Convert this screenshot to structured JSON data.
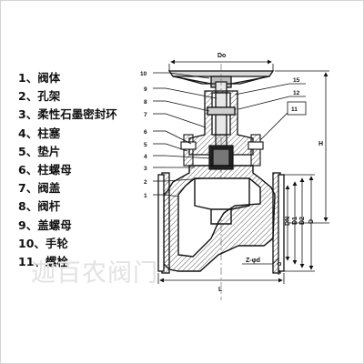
{
  "parts": [
    "1、阀体",
    "2、孔架",
    "3、柔性石墨密封环",
    "4、柱塞",
    "5、垫片",
    "6、柱螺母",
    "7、阀盖",
    "8、阀杆",
    "9、盖螺母",
    "10、手轮",
    "11、螺栓"
  ],
  "watermark": "迦百农阀门",
  "callouts_left": [
    "10",
    "9",
    "8",
    "7",
    "6",
    "5",
    "4",
    "3",
    "2",
    "1"
  ],
  "callouts_right": [
    "15",
    "12",
    "11"
  ],
  "dimensions": {
    "top": "Do",
    "height": "H",
    "vertical_1": "DN",
    "vertical_2": "D1",
    "vertical_3": "D2",
    "vertical_4": "D",
    "bolt_holes": "Z-φd",
    "b_label": "b",
    "f_label": "f",
    "length": "L"
  }
}
